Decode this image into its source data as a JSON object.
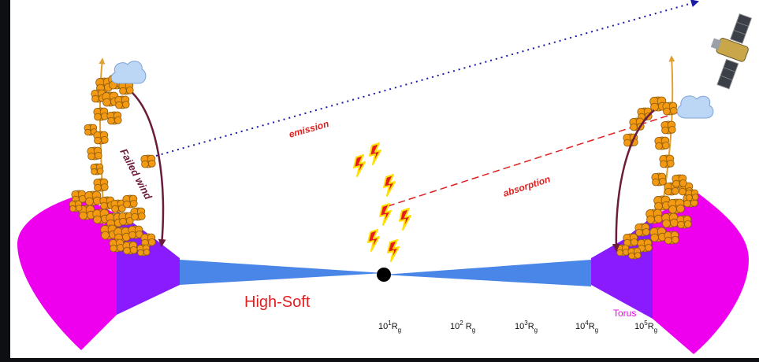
{
  "labels": {
    "emission": "emission",
    "absorption": "absorption",
    "failed_wind": "Failed wind",
    "state": "High-Soft",
    "torus": "Torus"
  },
  "scale_ticks": [
    {
      "base": "10",
      "exp": "1",
      "unit": "R",
      "sub": "g"
    },
    {
      "base": "10",
      "exp": "2",
      "unit": " R",
      "sub": "g"
    },
    {
      "base": "10",
      "exp": "3",
      "unit": "R",
      "sub": "g"
    },
    {
      "base": "10",
      "exp": "4",
      "unit": "R",
      "sub": "g"
    },
    {
      "base": "10",
      "exp": "5",
      "unit": "R",
      "sub": "g"
    }
  ],
  "colors": {
    "background": "#0d0f12",
    "panel": "#ffffff",
    "torus": "#ee00ee",
    "inner_torus": "#8a1bff",
    "disk": "#4a86e8",
    "emission_line": "#1a1aa6",
    "absorption_line": "#e02020",
    "label_red": "#e02020",
    "wind_arrow": "#6b1b3b",
    "outflow_arrow": "#e0a030",
    "cloud": "#f39a12",
    "blue_cloud": "#bcd6f5",
    "lightning": "#e61c1c",
    "lightning_glow": "#ffe000"
  }
}
